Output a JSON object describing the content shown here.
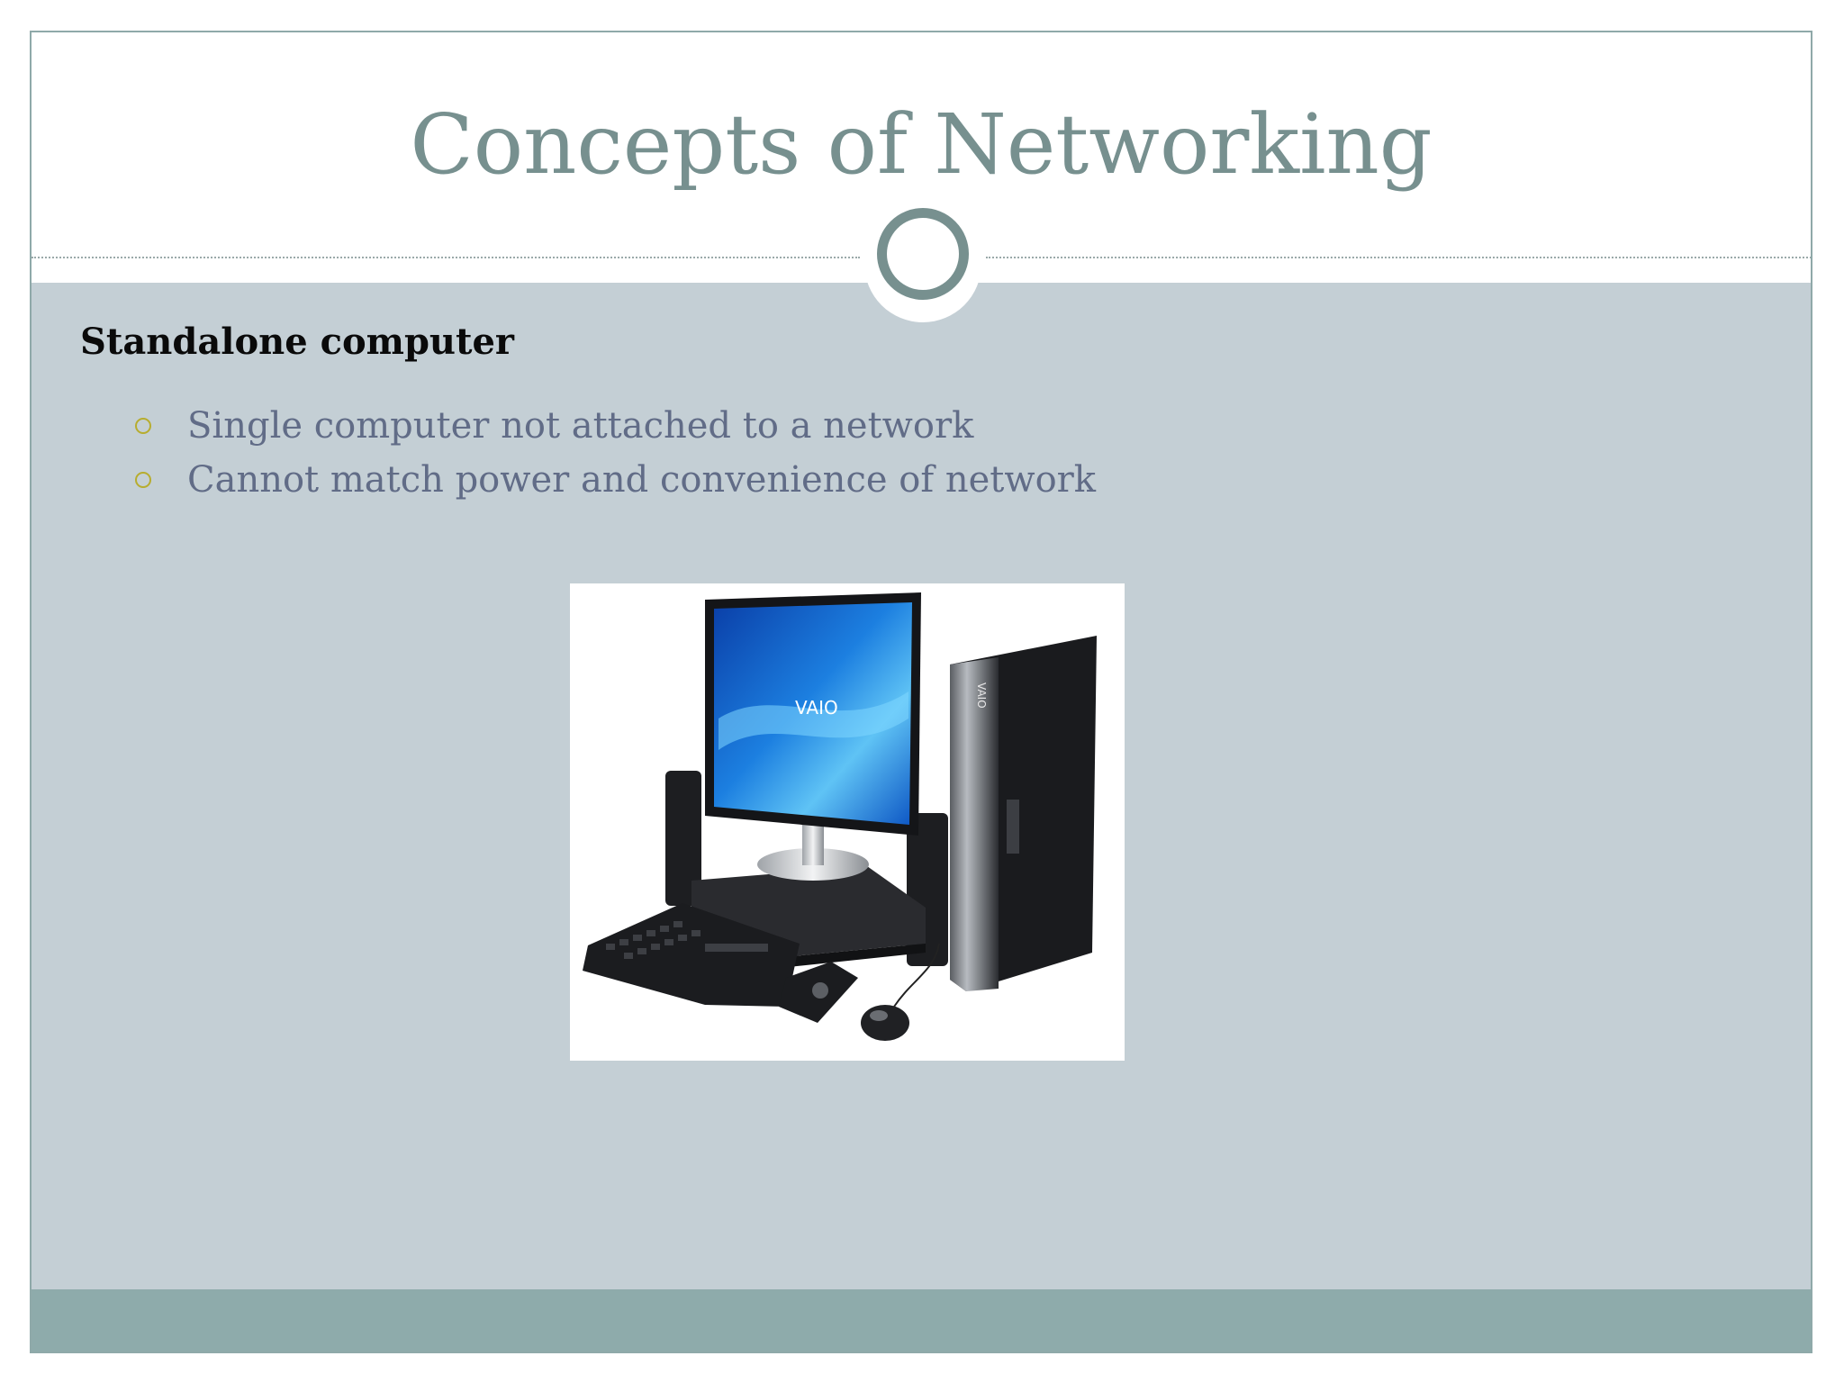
{
  "slide": {
    "title": "Concepts of Networking",
    "heading": "Standalone computer",
    "bullets": [
      "Single computer not attached to a network",
      "Cannot match power and convenience of network"
    ],
    "photo": {
      "icon": "desktop-computer-photo",
      "monitor_brand": "VAIO",
      "tower_brand": "VAIO"
    }
  },
  "colors": {
    "title": "#77908f",
    "content_background": "#c4cfd5",
    "footer_band": "#8eabab",
    "bullet_text": "#616c87",
    "bullet_marker": "#b7ad2f",
    "heading": "#0a0a0a"
  }
}
